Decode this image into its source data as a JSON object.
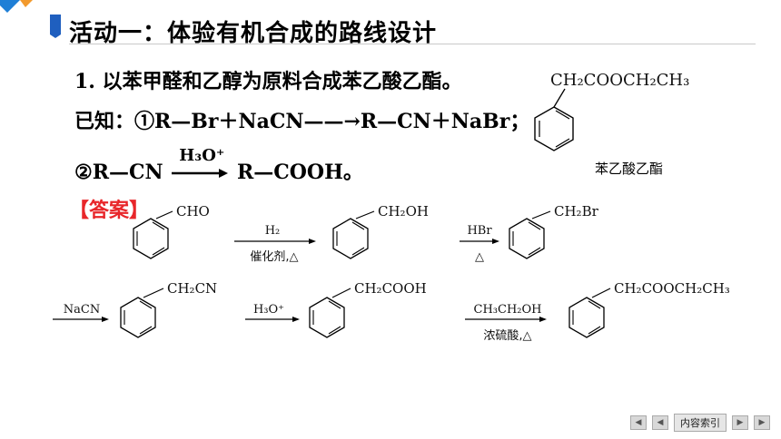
{
  "title": "活动一：体验有机合成的路线设计",
  "question": "1. 以苯甲醛和乙醇为原料合成苯乙酸乙酯。",
  "known1": "已知：①R—Br＋NaCN——→R—CN＋NaBr；",
  "known2_left": "②R—CN",
  "known2_reagent": "H₃O⁺",
  "known2_right": "R—COOH。",
  "product_formula": "CH₂COOCH₂CH₃",
  "product_name": "苯乙酸乙酯",
  "answer_label": "【答案】",
  "scheme": {
    "row1": {
      "sub1": "CHO",
      "r1_top": "H₂",
      "r1_bottom": "催化剂,△",
      "sub2": "CH₂OH",
      "r2_top": "HBr",
      "r2_bottom": "△",
      "sub3": "CH₂Br"
    },
    "row2": {
      "r3_top": "NaCN",
      "sub4": "CH₂CN",
      "r4_top": "H₃O⁺",
      "sub5": "CH₂COOH",
      "r5_top": "CH₃CH₂OH",
      "r5_bottom": "浓硫酸,△",
      "sub6": "CH₂COOCH₂CH₃"
    }
  },
  "nav": {
    "first": "◀",
    "prev": "◀",
    "index": "内容索引",
    "next": "▶",
    "last": "▶"
  },
  "colors": {
    "accent_blue": "#1f7fd6",
    "accent_orange": "#f29a2e",
    "answer_red": "#e8262a"
  }
}
